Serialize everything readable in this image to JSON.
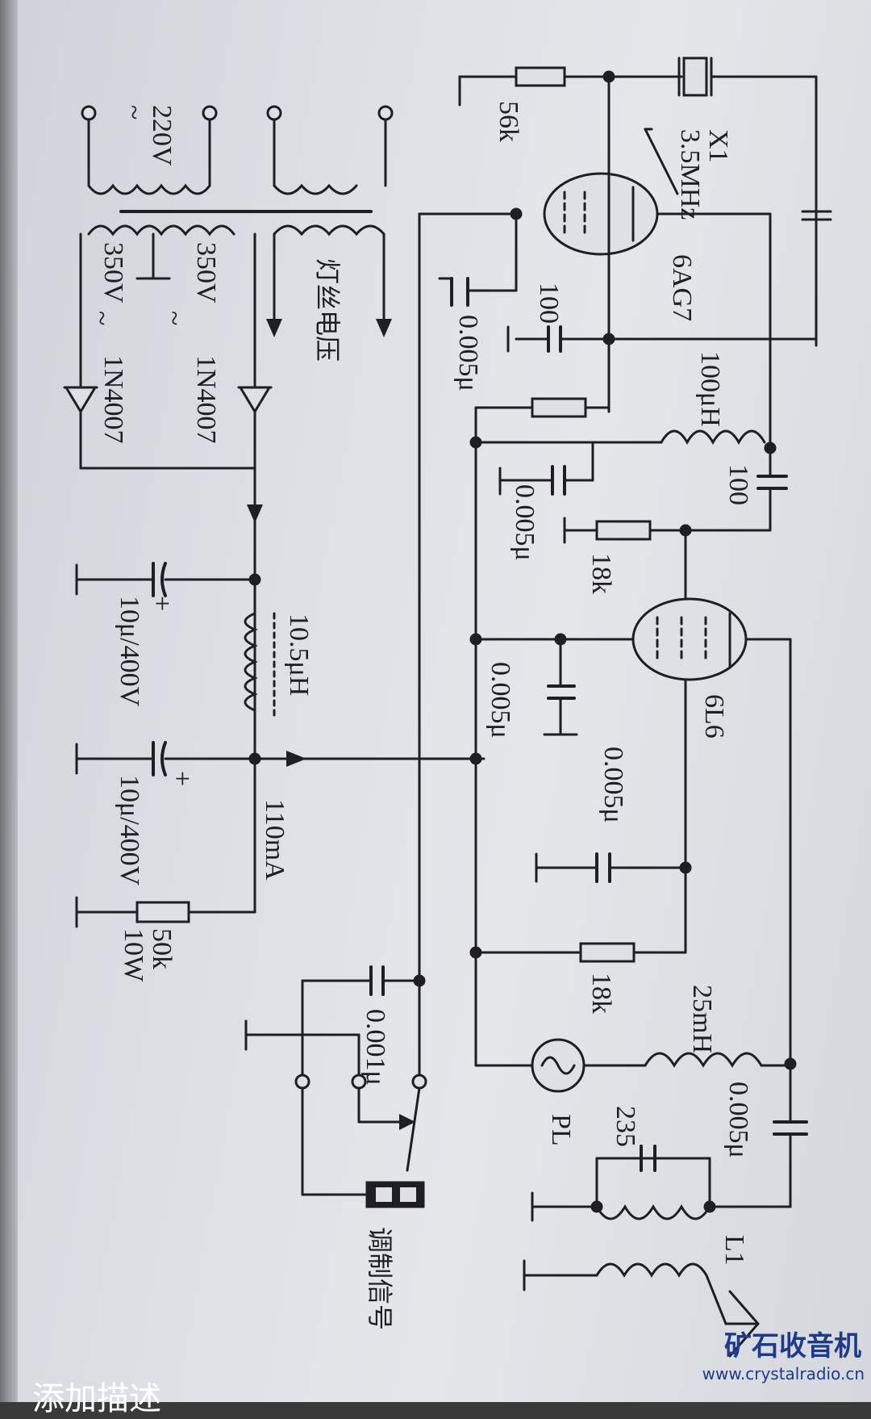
{
  "labels": {
    "ac_220": "220V",
    "tilde_a": "~",
    "tilde_b": "~",
    "tilde_c": "~",
    "sec_350_a": "350V",
    "sec_350_b": "350V",
    "diode_a": "1N4007",
    "diode_b": "1N4007",
    "filament": "灯丝电压",
    "cap_in": "10μ/400V",
    "cap_out": "10μ/400V",
    "plus_a": "+",
    "plus_b": "+",
    "choke": "10.5μH",
    "current": "110mA",
    "res_bleed_a": "50k",
    "res_bleed_b": "10W",
    "r56k": "56k",
    "crystal_a": "X1",
    "crystal_b": "3.5MHz",
    "tube1": "6AG7",
    "c100_a": "100",
    "c0005_a": "0.005μ",
    "l100uh": "100μH",
    "c100_b": "100",
    "c0005_b": "0.005μ",
    "r18k_a": "18k",
    "tube2": "6L6",
    "c0005_c": "0.005μ",
    "c0005_d": "0.005μ",
    "r18k_b": "18k",
    "l25mh": "25mH",
    "pl": "PL",
    "c0005_e": "0.005μ",
    "c235": "235",
    "l1": "L1",
    "c0001": "0.001μ",
    "modulation": "调制信号"
  },
  "caption": "添加描述",
  "watermark": {
    "title": "矿石收音机",
    "url": "www.crystalradio.cn"
  },
  "colors": {
    "ink": "#1e1e24",
    "paper": "#dde0e5",
    "watermark": "#1d3b8a"
  }
}
